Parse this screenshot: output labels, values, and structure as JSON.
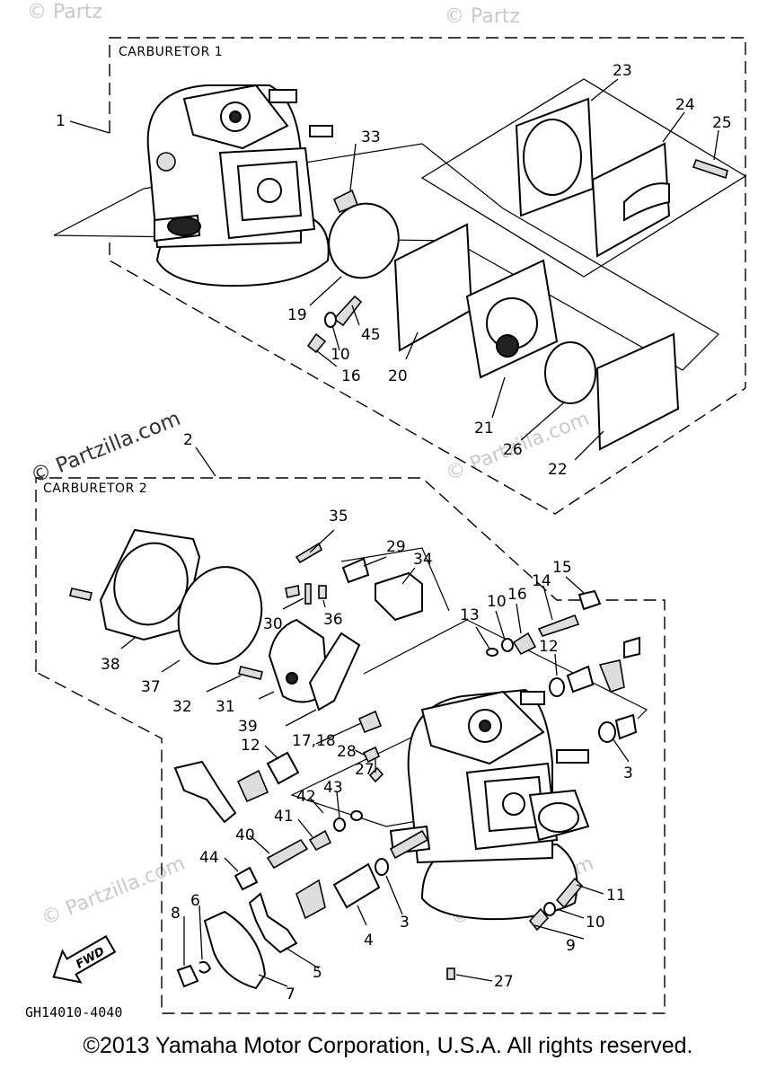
{
  "watermark": {
    "brand": "© Partzilla.com",
    "brand_short": "© Partz"
  },
  "sections": {
    "carb1_title": "CARBURETOR 1",
    "carb2_title": "CARBURETOR 2"
  },
  "callouts": {
    "p1": "1",
    "p2": "2",
    "p3": "3",
    "p3b": "3",
    "p4": "4",
    "p5": "5",
    "p6": "6",
    "p7": "7",
    "p8": "8",
    "p9": "9",
    "p10a": "10",
    "p10b": "10",
    "p10c": "10",
    "p11": "11",
    "p12a": "12",
    "p12b": "12",
    "p13": "13",
    "p14": "14",
    "p15": "15",
    "p16a": "16",
    "p16b": "16",
    "p1718": "17,18",
    "p19": "19",
    "p20": "20",
    "p21": "21",
    "p22": "22",
    "p23": "23",
    "p24": "24",
    "p25": "25",
    "p26": "26",
    "p27a": "27",
    "p27b": "27",
    "p28": "28",
    "p29": "29",
    "p30": "30",
    "p31": "31",
    "p32": "32",
    "p33": "33",
    "p34": "34",
    "p35": "35",
    "p36": "36",
    "p37": "37",
    "p38": "38",
    "p39": "39",
    "p40": "40",
    "p41": "41",
    "p42": "42",
    "p43": "43",
    "p44": "44",
    "p45": "45"
  },
  "fwd_label": "FWD",
  "diagram_code": "GH14010-4040",
  "copyright": "©2013 Yamaha Motor Corporation, U.S.A. All rights reserved.",
  "colors": {
    "ink": "#000000",
    "watermark": "#c9c9c9",
    "background": "#ffffff"
  }
}
